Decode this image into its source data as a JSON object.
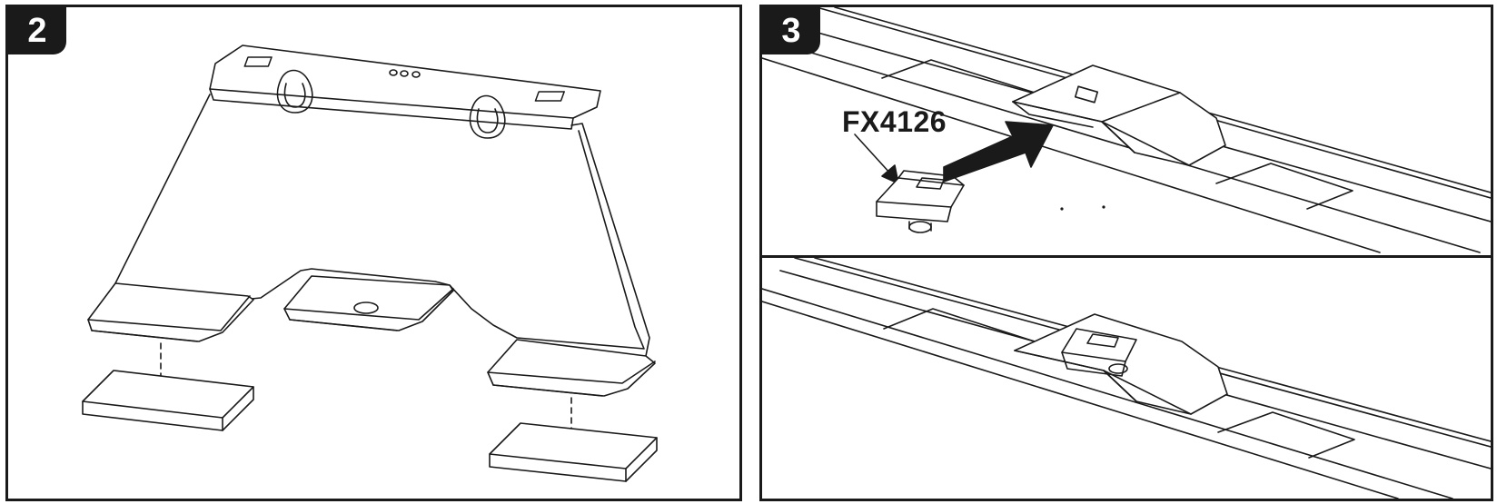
{
  "steps": [
    {
      "number": "2"
    },
    {
      "number": "3",
      "part_label": "FX4126"
    }
  ],
  "colors": {
    "ink": "#1a1a1a",
    "background": "#ffffff"
  }
}
